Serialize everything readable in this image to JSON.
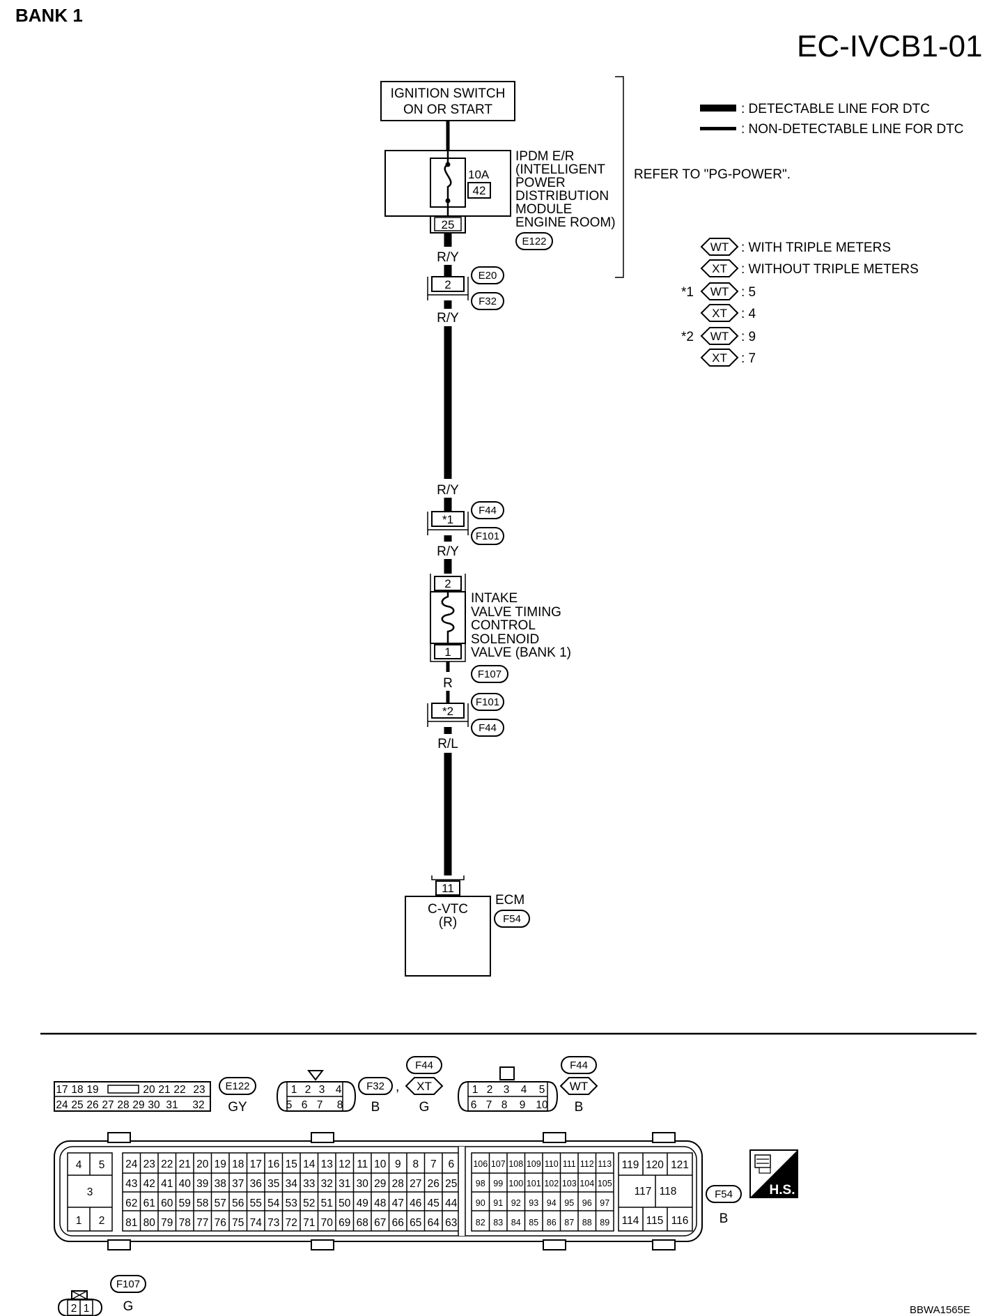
{
  "page": {
    "section_title": "BANK 1",
    "page_code": "EC-IVCB1-01",
    "figure_id": "BBWA1565E"
  },
  "legend": {
    "detectable": ": DETECTABLE LINE FOR DTC",
    "non_detectable": ": NON-DETECTABLE LINE FOR DTC",
    "wt_tag": "WT",
    "wt_text": ": WITH TRIPLE METERS",
    "xt_tag": "XT",
    "xt_text": ": WITHOUT TRIPLE METERS",
    "star1_label": "*1",
    "star1_wt_pin": ": 5",
    "star1_xt_pin": ": 4",
    "star2_label": "*2",
    "star2_wt_pin": ": 9",
    "star2_xt_pin": ": 7"
  },
  "power": {
    "ignition_line1": "IGNITION SWITCH",
    "ignition_line2": "ON OR START",
    "fuse_rating": "10A",
    "fuse_number": "42",
    "ipdm_lines": [
      "IPDM E/R",
      "(INTELLIGENT",
      "POWER",
      "DISTRIBUTION",
      "MODULE",
      "ENGINE ROOM)"
    ],
    "ipdm_pin": "25",
    "ipdm_connector": "E122",
    "refer_text": "REFER TO \"PG-POWER\"."
  },
  "wiring": {
    "wire1_color": "R/Y",
    "joint1_pin": "2",
    "joint1_conn_a": "E20",
    "joint1_conn_b": "F32",
    "wire2_color_top": "R/Y",
    "wire2_color_bottom": "R/Y",
    "joint2_pin": "*1",
    "joint2_conn_a": "F44",
    "joint2_conn_b": "F101",
    "wire3_color": "R/Y",
    "solenoid_pin_top": "2",
    "solenoid_pin_bottom": "1",
    "solenoid_lines": [
      "INTAKE",
      "VALVE TIMING",
      "CONTROL",
      "SOLENOID",
      "VALVE (BANK 1)"
    ],
    "solenoid_connector": "F107",
    "wire4_color": "R",
    "joint3_pin": "*2",
    "joint3_conn_a": "F101",
    "joint3_conn_b": "F44",
    "wire5_color": "R/L",
    "ecm_pin": "11",
    "ecm_label": "ECM",
    "ecm_connector": "F54",
    "ecm_terminal_line1": "C-VTC",
    "ecm_terminal_line2": "(R)"
  },
  "connectors": {
    "e122": {
      "tag": "E122",
      "color": "GY",
      "row1": [
        "17",
        "18",
        "19",
        "",
        "20",
        "21",
        "22",
        "23"
      ],
      "row2": [
        "24",
        "25",
        "26",
        "27",
        "28",
        "29",
        "30",
        "31",
        "32"
      ]
    },
    "f32": {
      "tag": "F32",
      "color": "B",
      "row1": [
        "1",
        "2",
        "3",
        "4"
      ],
      "row2": [
        "5",
        "6",
        "7",
        "8"
      ]
    },
    "f44_xt": {
      "tag": "F44",
      "sub_tag": "XT",
      "color": "G",
      "separator": ","
    },
    "f44_wt": {
      "tag": "F44",
      "sub_tag": "WT",
      "color": "B",
      "row1": [
        "1",
        "2",
        "3",
        "4",
        "5"
      ],
      "row2": [
        "6",
        "7",
        "8",
        "9",
        "10"
      ]
    },
    "f54": {
      "tag": "F54",
      "color": "B",
      "hs_label": "H.S.",
      "left_block": [
        "4",
        "5",
        "3",
        "1",
        "2"
      ],
      "main_row1": [
        "24",
        "23",
        "22",
        "21",
        "20",
        "19",
        "18",
        "17",
        "16",
        "15",
        "14",
        "13",
        "12",
        "11",
        "10",
        "9",
        "8",
        "7",
        "6"
      ],
      "main_row2": [
        "43",
        "42",
        "41",
        "40",
        "39",
        "38",
        "37",
        "36",
        "35",
        "34",
        "33",
        "32",
        "31",
        "30",
        "29",
        "28",
        "27",
        "26",
        "25"
      ],
      "main_row3": [
        "62",
        "61",
        "60",
        "59",
        "58",
        "57",
        "56",
        "55",
        "54",
        "53",
        "52",
        "51",
        "50",
        "49",
        "48",
        "47",
        "46",
        "45",
        "44"
      ],
      "main_row4": [
        "81",
        "80",
        "79",
        "78",
        "77",
        "76",
        "75",
        "74",
        "73",
        "72",
        "71",
        "70",
        "69",
        "68",
        "67",
        "66",
        "65",
        "64",
        "63"
      ],
      "right_row1": [
        "106",
        "107",
        "108",
        "109",
        "110",
        "111",
        "112",
        "113"
      ],
      "right_row2": [
        "98",
        "99",
        "100",
        "101",
        "102",
        "103",
        "104",
        "105"
      ],
      "right_row3": [
        "90",
        "91",
        "92",
        "93",
        "94",
        "95",
        "96",
        "97"
      ],
      "right_row4": [
        "82",
        "83",
        "84",
        "85",
        "86",
        "87",
        "88",
        "89"
      ],
      "end_block": [
        "119",
        "120",
        "121",
        "117",
        "118",
        "114",
        "115",
        "116"
      ]
    },
    "f107": {
      "tag": "F107",
      "color": "G",
      "pins": [
        "2",
        "1"
      ]
    }
  }
}
